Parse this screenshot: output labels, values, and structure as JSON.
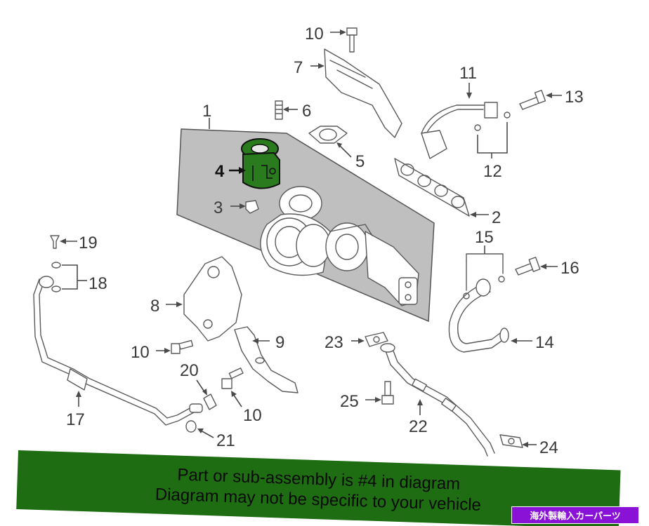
{
  "colors": {
    "highlight": "#2a7a1e",
    "assembly_fill": "#bfbfbf",
    "banner": "#1e6d12",
    "watermark": "#8a12d6"
  },
  "callouts": {
    "c1": "1",
    "c2": "2",
    "c3": "3",
    "c4": "4",
    "c5": "5",
    "c6": "6",
    "c7": "7",
    "c8": "8",
    "c9": "9",
    "c10a": "10",
    "c10b": "10",
    "c10c": "10",
    "c11": "11",
    "c12": "12",
    "c13": "13",
    "c14": "14",
    "c15": "15",
    "c16": "16",
    "c17": "17",
    "c18": "18",
    "c19": "19",
    "c20": "20",
    "c21": "21",
    "c22": "22",
    "c23": "23",
    "c24": "24",
    "c25": "25"
  },
  "banner": {
    "line1": "Part or sub-assembly is #4 in diagram",
    "line2": "Diagram may not be specific to your vehicle"
  },
  "watermark": {
    "text": "海外製輸入カーパーツ"
  },
  "icons": {
    "highlighted_part": "actuator-icon",
    "turbo": "turbocharger-icon"
  }
}
